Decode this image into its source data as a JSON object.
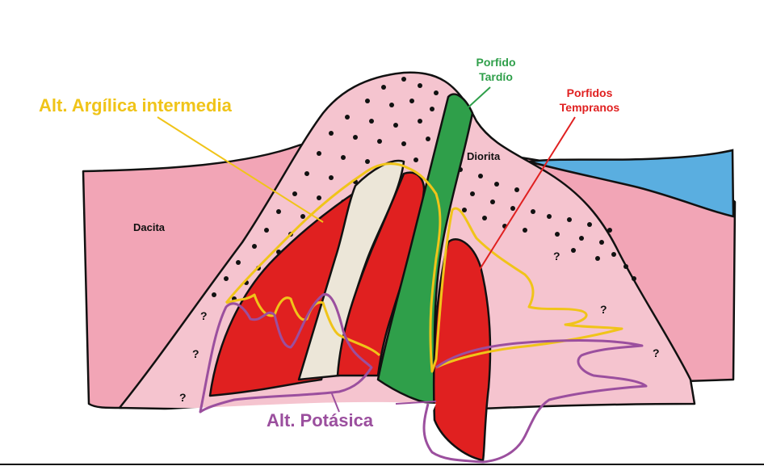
{
  "labels": {
    "argilica": "Alt. Argílica intermedia",
    "potasica": "Alt. Potásica",
    "porfido_tardio_1": "Porfido",
    "porfido_tardio_2": "Tardío",
    "porfidos_tempranos_1": "Porfidos",
    "porfidos_tempranos_2": "Tempranos",
    "diorita": "Diorita",
    "dacita": "Dacita",
    "unknown": "?"
  },
  "colors": {
    "dacita": "#f2a5b6",
    "diorita": "#f5c4cf",
    "porfido_temprano": "#e02020",
    "porfido_tardio": "#2f9f4a",
    "argilica": "#f0c419",
    "potasica": "#9b4f9e",
    "late_intrusion_pale": "#ece6d8",
    "blue_unit": "#5aaee0",
    "outline": "#111111"
  }
}
